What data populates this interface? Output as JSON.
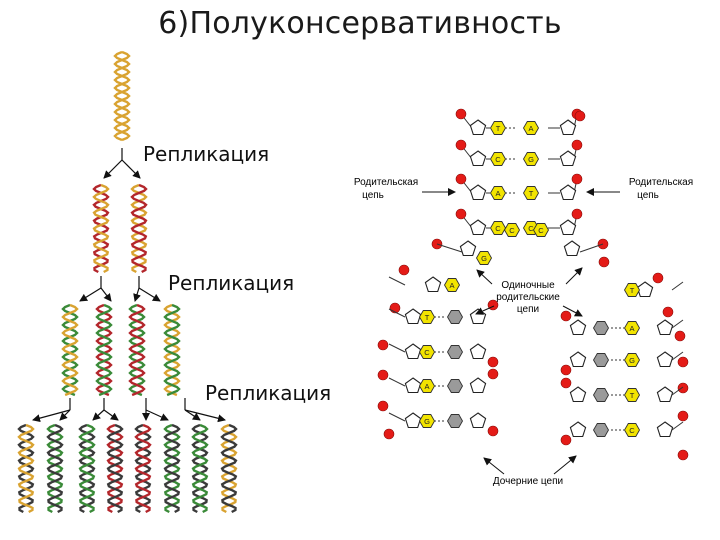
{
  "title": "6)Полуконсервативность",
  "replication_labels": [
    "Репликация",
    "Репликация",
    "Репликация"
  ],
  "callouts": {
    "parent_left_line1": "Родительская",
    "parent_left_line2": "цепь",
    "parent_right_line1": "Родительская",
    "parent_right_line2": "цепь",
    "single_line1": "Одиночные",
    "single_line2": "родительские",
    "single_line3": "цепи",
    "daughter": "Дочерние цепи"
  },
  "bases": {
    "top_left": [
      "T",
      "C",
      "A",
      "C"
    ],
    "top_right": [
      "A",
      "G",
      "T",
      "C"
    ],
    "fork": [
      "G",
      "C",
      "C"
    ],
    "left_branch_parent": [
      "A",
      "T",
      "C",
      "A",
      "G"
    ],
    "right_branch_parent": [
      "T",
      "A",
      "G",
      "T",
      "C"
    ]
  },
  "colors": {
    "strand_parent": "#d9a331",
    "strand_gen1": "#b3262b",
    "strand_gen2": "#3a8a38",
    "strand_gen3": "#3a3a3a",
    "phosphate": "#e41b17",
    "base_parent": "#f2e400",
    "base_new": "#9a9a9a"
  }
}
